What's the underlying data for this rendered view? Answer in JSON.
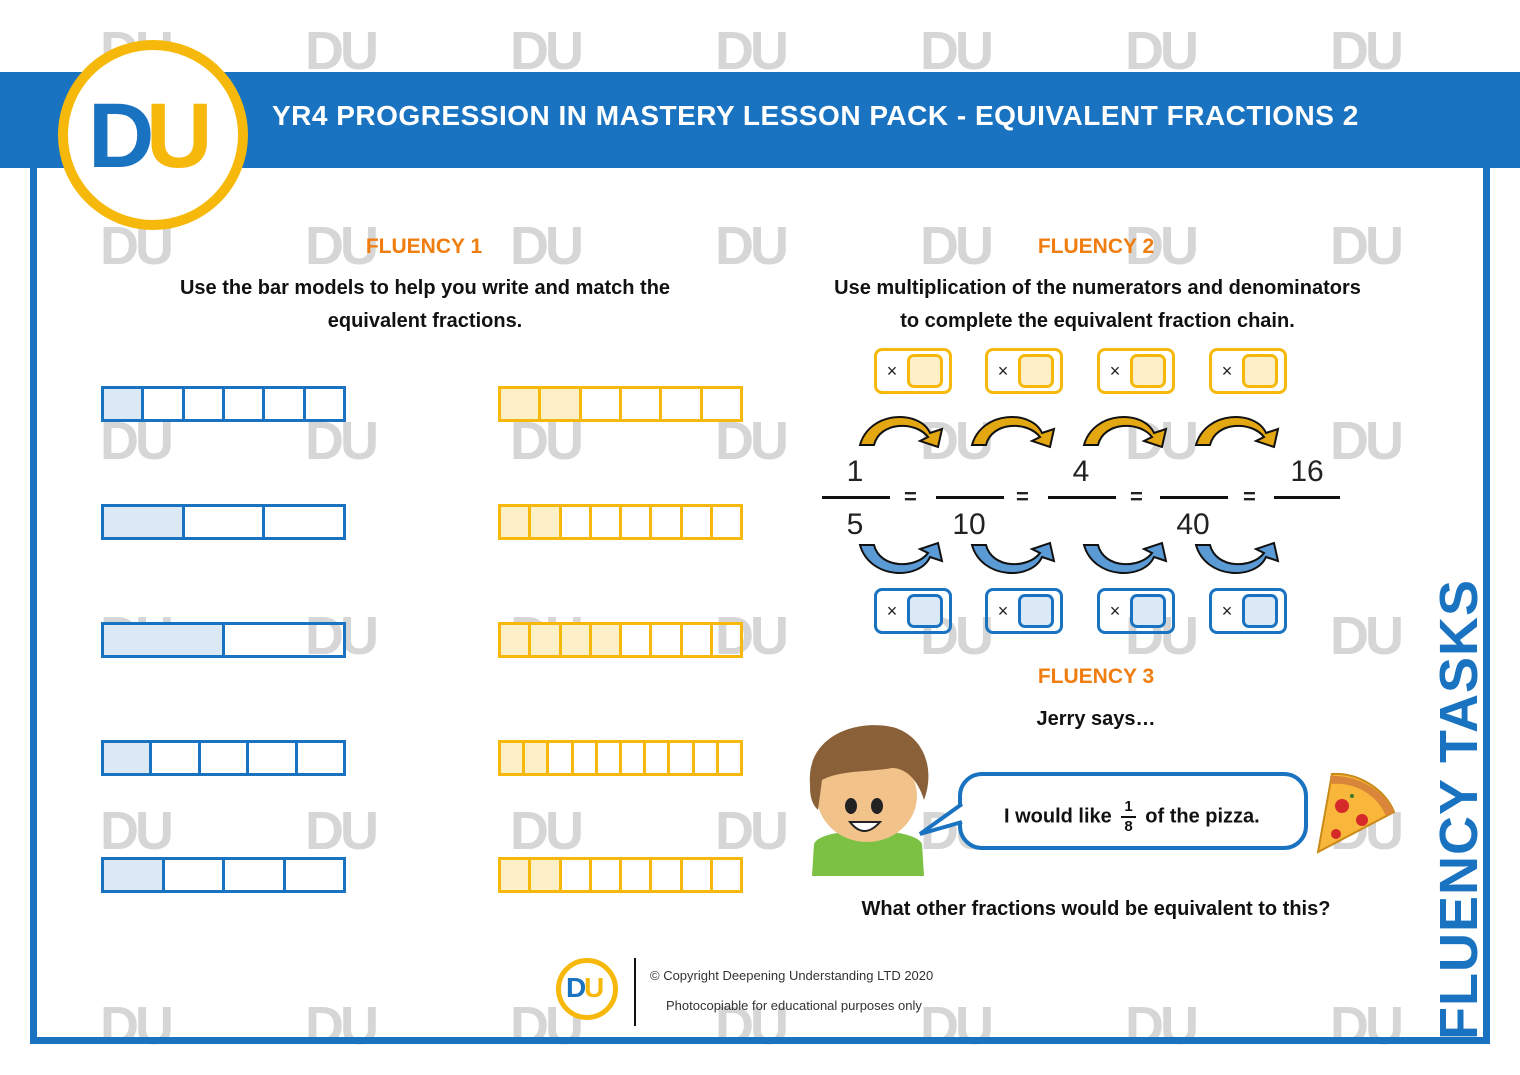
{
  "header": {
    "title": "YR4 PROGRESSION IN MASTERY LESSON PACK - EQUIVALENT FRACTIONS 2",
    "logo_d": "D",
    "logo_u": "U"
  },
  "side_title": "FLUENCY TASKS",
  "fluency1": {
    "title": "FLUENCY 1",
    "instruction_line1": "Use the bar models to help you write and match the",
    "instruction_line2": "equivalent fractions.",
    "blue_bars": [
      {
        "parts": 6,
        "shaded": 1
      },
      {
        "parts": 3,
        "shaded": 1
      },
      {
        "parts": 2,
        "shaded": 1
      },
      {
        "parts": 5,
        "shaded": 1
      },
      {
        "parts": 4,
        "shaded": 1
      }
    ],
    "yellow_bars": [
      {
        "parts": 6,
        "shaded": 2
      },
      {
        "parts": 8,
        "shaded": 2
      },
      {
        "parts": 8,
        "shaded": 4
      },
      {
        "parts": 10,
        "shaded": 2
      },
      {
        "parts": 8,
        "shaded": 2
      }
    ]
  },
  "fluency2": {
    "title": "FLUENCY 2",
    "instruction_line1": "Use multiplication of the numerators and denominators",
    "instruction_line2": "to complete the equivalent fraction chain.",
    "times_symbol": "×",
    "equals_symbol": "=",
    "numerators": [
      "1",
      "",
      "4",
      "",
      "16"
    ],
    "denominators": [
      "5",
      "10",
      "",
      "40",
      ""
    ]
  },
  "fluency3": {
    "title": "FLUENCY 3",
    "speaker_line": "Jerry says…",
    "speech_before": "I would like",
    "speech_fraction_numerator": "1",
    "speech_fraction_denominator": "8",
    "speech_after": "of the pizza.",
    "question": "What other fractions would be equivalent to this?"
  },
  "footer": {
    "copyright": "© Copyright Deepening Understanding LTD 2020",
    "note": "Photocopiable for educational purposes only",
    "logo_d": "D",
    "logo_u": "U"
  },
  "watermark_text": "DU",
  "colors": {
    "brand_blue": "#1a73c0",
    "brand_yellow": "#f6b80a",
    "section_orange": "#f07d10"
  }
}
